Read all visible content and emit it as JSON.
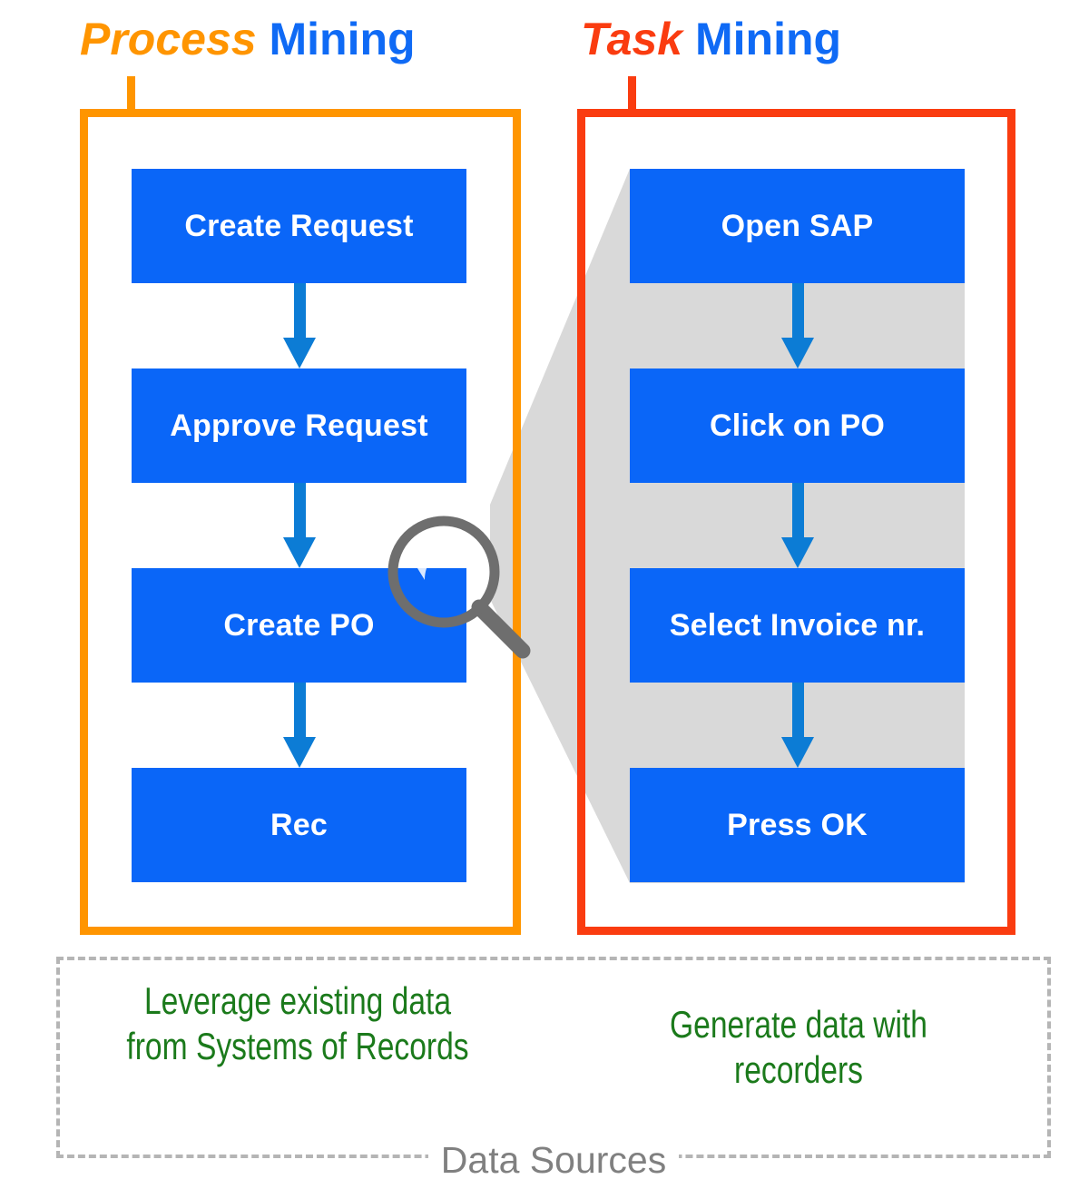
{
  "titles": {
    "process": {
      "keyword": "Process",
      "rest": " Mining"
    },
    "task": {
      "keyword": "Task",
      "rest": " Mining"
    }
  },
  "colors": {
    "process_accent": "#ff9500",
    "task_accent": "#fa3c10",
    "mining_word": "#0f6af5",
    "step_box": "#0a66f8",
    "arrow": "#0c7cd5",
    "cone_gray": "#d9d9d9",
    "magnifier_gray": "#6e6e6e",
    "data_text_green": "#1b7a1b",
    "dashed_border": "#b5b5b5"
  },
  "process_mining": {
    "steps": [
      {
        "label": "Create Request"
      },
      {
        "label": "Approve Request"
      },
      {
        "label": "Create PO"
      },
      {
        "label": "Rec"
      }
    ]
  },
  "task_mining": {
    "steps": [
      {
        "label": "Open SAP"
      },
      {
        "label": "Click on PO"
      },
      {
        "label": "Select Invoice nr."
      },
      {
        "label": "Press OK"
      }
    ]
  },
  "data_sources": {
    "caption": "Data Sources",
    "left_text": "Leverage existing data from Systems of Records",
    "right_text": "Generate data with recorders"
  },
  "icons": {
    "magnifier": "magnifier-icon",
    "cone": "zoom-cone-shape"
  }
}
